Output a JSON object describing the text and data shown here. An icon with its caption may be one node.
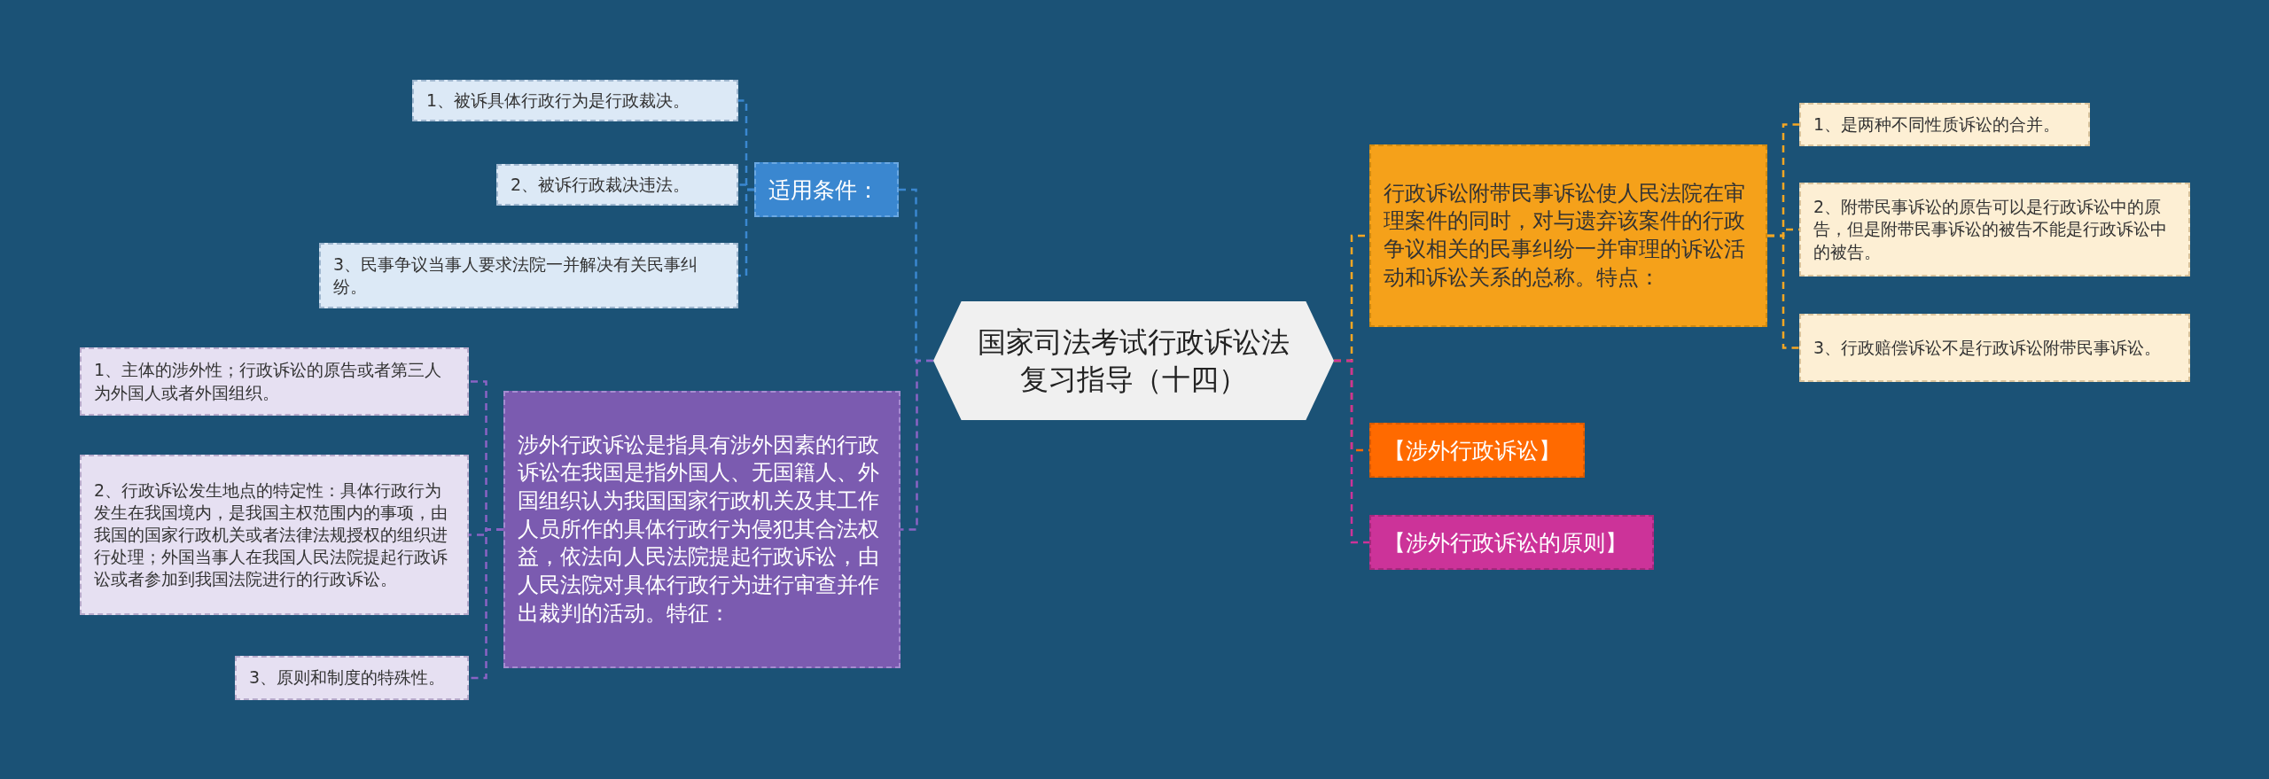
{
  "diagram": {
    "nodes": [
      {
        "text": [
          "国家司法考试行政诉讼法复习指导（十四）"
        ]
      },
      {
        "text": [
          "适用条件："
        ]
      },
      {
        "text": [
          "1、被诉具体行政行为是行政裁决。"
        ]
      },
      {
        "text": [
          "2、被诉行政裁决违法。"
        ]
      },
      {
        "text": [
          "3、民事争议当事人要求法院一并解决有关民事纠纷。"
        ]
      },
      {
        "text": [
          "涉外行政诉讼是指具有涉外因素的行政诉讼在我国是指外国人、无国籍人、外国组织认为我国国家行政机关及其工作人员所作的具体行政行为侵犯其合法权益，依法向人民法院提起行政诉讼，由人民法院对具体行政行为进行审查并作出裁判的活动。特征："
        ]
      },
      {
        "text": [
          "1、主体的涉外性；行政诉讼的原告或者第三人为外国人或者外国组织。"
        ]
      },
      {
        "text": [
          "2、行政诉讼发生地点的特定性：具体行政行为发生在我国境内，是我国主权范围内的事项，由我国的国家行政机关或者法律法规授权的组织进行处理；外国当事人在我国人民法院提起行政诉讼或者参加到我国法院进行的行政诉讼。"
        ]
      },
      {
        "text": [
          "3、原则和制度的特殊性。"
        ]
      },
      {
        "text": [
          "行政诉讼附带民事诉讼使人民法院在审理案件的同时，对与遗弃该案件的行政争议相关的民事纠纷一并审理的诉讼活动和诉讼关系的总称。特点："
        ]
      },
      {
        "text": [
          "1、是两种不同性质诉讼的合并。"
        ]
      },
      {
        "text": [
          "2、附带民事诉讼的原告可以是行政诉讼中的原告，但是附带民事诉讼的被告不能是行政诉讼中的被告。"
        ]
      },
      {
        "text": [
          "3、行政赔偿诉讼不是行政诉讼附带民事诉讼。"
        ]
      },
      {
        "text": [
          "【涉外行政诉讼】"
        ]
      },
      {
        "text": [
          "【涉外行政诉讼的原则】"
        ]
      }
    ],
    "edges": [
      {
        "from": 0,
        "to": 1,
        "arrow": "none",
        "style": "dashed",
        "color": "#3a87d0"
      },
      {
        "from": 1,
        "to": 2,
        "arrow": "none",
        "style": "dashed",
        "color": "#3a87d0"
      },
      {
        "from": 1,
        "to": 3,
        "arrow": "none",
        "style": "dashed",
        "color": "#3a87d0"
      },
      {
        "from": 1,
        "to": 4,
        "arrow": "none",
        "style": "dashed",
        "color": "#3a87d0"
      },
      {
        "from": 0,
        "to": 5,
        "arrow": "none",
        "style": "dashed",
        "color": "#8a63c4"
      },
      {
        "from": 5,
        "to": 6,
        "arrow": "none",
        "style": "dashed",
        "color": "#8a63c4"
      },
      {
        "from": 5,
        "to": 7,
        "arrow": "none",
        "style": "dashed",
        "color": "#8a63c4"
      },
      {
        "from": 5,
        "to": 8,
        "arrow": "none",
        "style": "dashed",
        "color": "#8a63c4"
      },
      {
        "from": 0,
        "to": 9,
        "arrow": "none",
        "style": "dashed",
        "color": "#f5a623"
      },
      {
        "from": 9,
        "to": 10,
        "arrow": "none",
        "style": "dashed",
        "color": "#f5a623"
      },
      {
        "from": 9,
        "to": 11,
        "arrow": "none",
        "style": "dashed",
        "color": "#f5a623"
      },
      {
        "from": 9,
        "to": 12,
        "arrow": "none",
        "style": "dashed",
        "color": "#f5a623"
      },
      {
        "from": 0,
        "to": 13,
        "arrow": "none",
        "style": "dashed",
        "color": "#ff6a00"
      },
      {
        "from": 0,
        "to": 14,
        "arrow": "none",
        "style": "dashed",
        "color": "#cc3399"
      }
    ]
  }
}
